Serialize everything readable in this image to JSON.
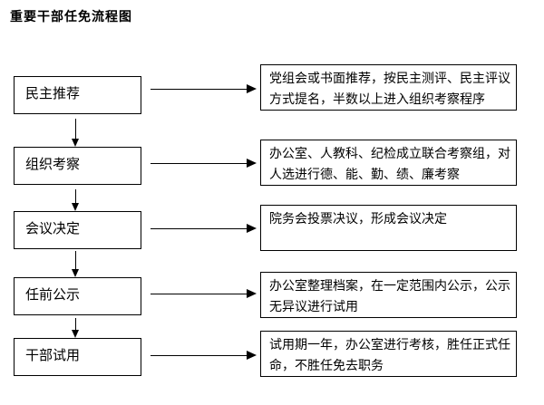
{
  "title": "重要干部任免流程图",
  "colors": {
    "background": "#ffffff",
    "line": "#000000",
    "text": "#000000"
  },
  "flowchart": {
    "steps": [
      {
        "label": "民主推荐",
        "description": "党组会或书面推荐，按民主测评、民主评议方式提名，半数以上进入组织考察程序"
      },
      {
        "label": "组织考察",
        "description": "办公室、人教科、纪检成立联合考察组，对人选进行德、能、勤、绩、廉考察"
      },
      {
        "label": "会议决定",
        "description": "院务会投票决议，形成会议决定"
      },
      {
        "label": "任前公示",
        "description": "办公室整理档案，在一定范围内公示，公示无异议进行试用"
      },
      {
        "label": "干部试用",
        "description": "试用期一年，办公室进行考核，胜任正式任命，不胜任免去职务"
      }
    ]
  }
}
